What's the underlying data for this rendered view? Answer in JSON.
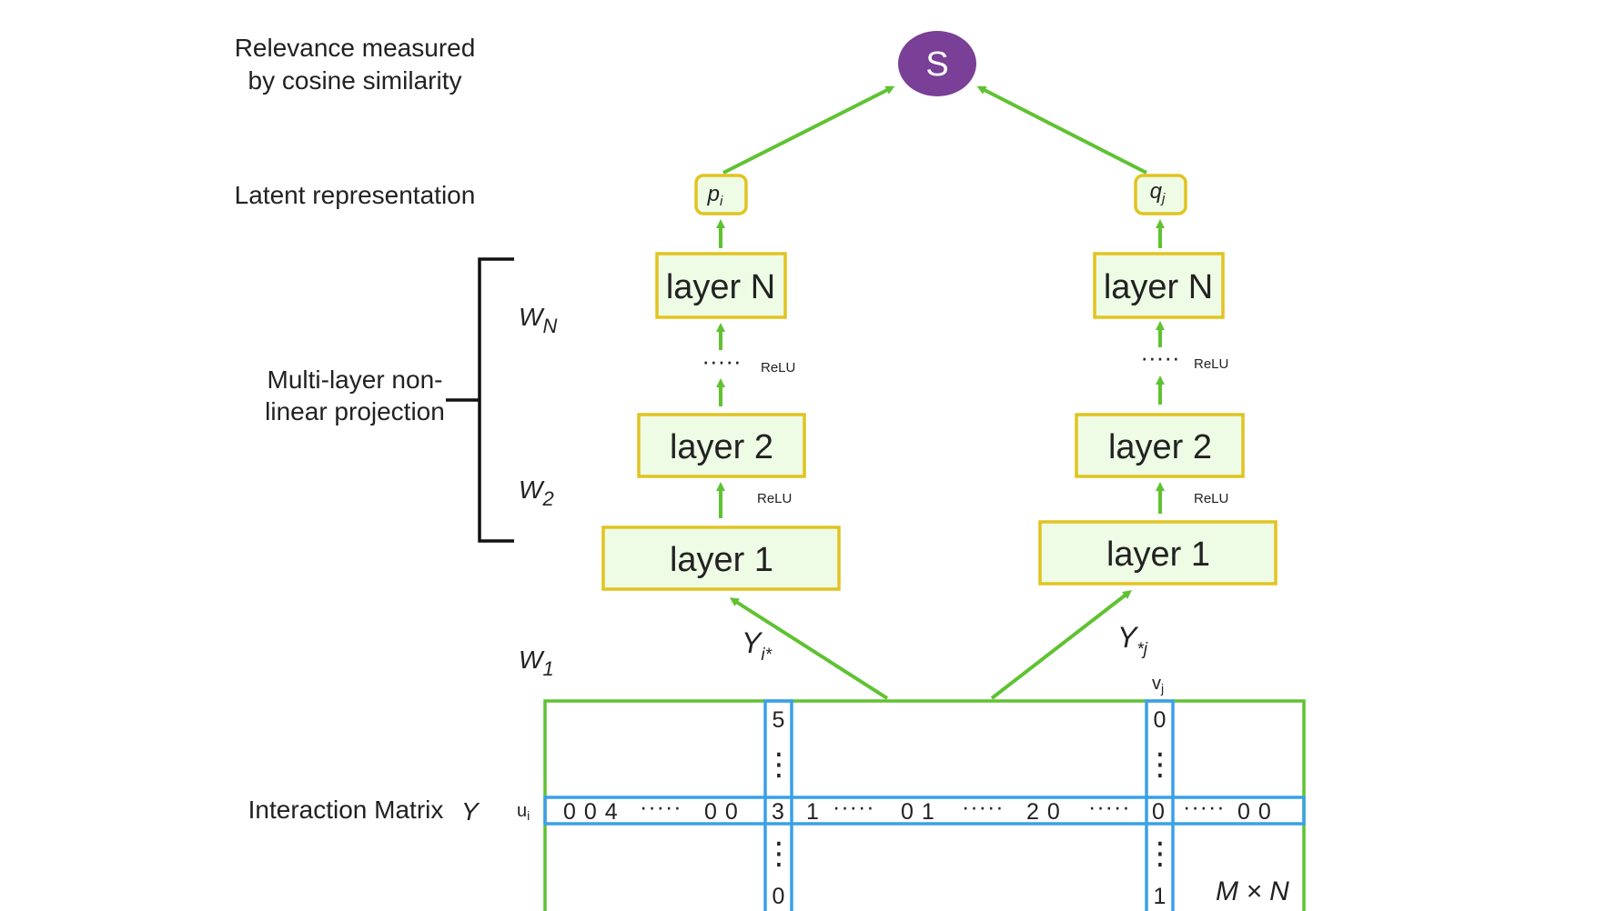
{
  "colors": {
    "arrow": "#5fc232",
    "box_border": "#e1c420",
    "box_fill": "#eefbe5",
    "matrix_border": "#5fc232",
    "highlight": "#3aa0ea",
    "node_fill": "#7a3f97",
    "text": "#222222"
  },
  "left_labels": {
    "relevance_line1": "Relevance measured",
    "relevance_line2": "by cosine similarity",
    "latent": "Latent representation",
    "multilayer_line1": "Multi-layer non-",
    "multilayer_line2": "linear projection",
    "interaction": "Interaction Matrix"
  },
  "weights": {
    "wn_base": "W",
    "wn_sub": "N",
    "w2_base": "W",
    "w2_sub": "2",
    "w1_base": "W",
    "w1_sub": "1"
  },
  "similarity_node": {
    "label": "S"
  },
  "left_tower": {
    "latent_base": "p",
    "latent_sub": "i",
    "layer_n": "layer N",
    "layer_2": "layer 2",
    "layer_1": "layer 1",
    "dots": "·····",
    "relu_top": "ReLU",
    "relu_bottom": "ReLU",
    "input_base": "Y",
    "input_sub": "i*"
  },
  "right_tower": {
    "latent_base": "q",
    "latent_sub": "j",
    "layer_n": "layer N",
    "layer_2": "layer 2",
    "layer_1": "layer 1",
    "dots": "·····",
    "relu_top": "ReLU",
    "relu_bottom": "ReLU",
    "input_base": "Y",
    "input_sub": "*j"
  },
  "matrix": {
    "symbol": "Y",
    "row_label_base": "u",
    "row_label_sub": "i",
    "col_label_base": "v",
    "col_label_sub": "j",
    "dims": "M × N",
    "row_segments": [
      "0 0 4",
      "·····",
      "0  0",
      "3",
      "1",
      "·····",
      "0  1",
      "·····",
      "2  0",
      "·····",
      "0",
      "·····",
      "0  0"
    ],
    "col_i_top": "5",
    "col_i_bottom": "0",
    "col_j_top": "0",
    "col_j_bottom": "1",
    "vdots": "⋮"
  }
}
